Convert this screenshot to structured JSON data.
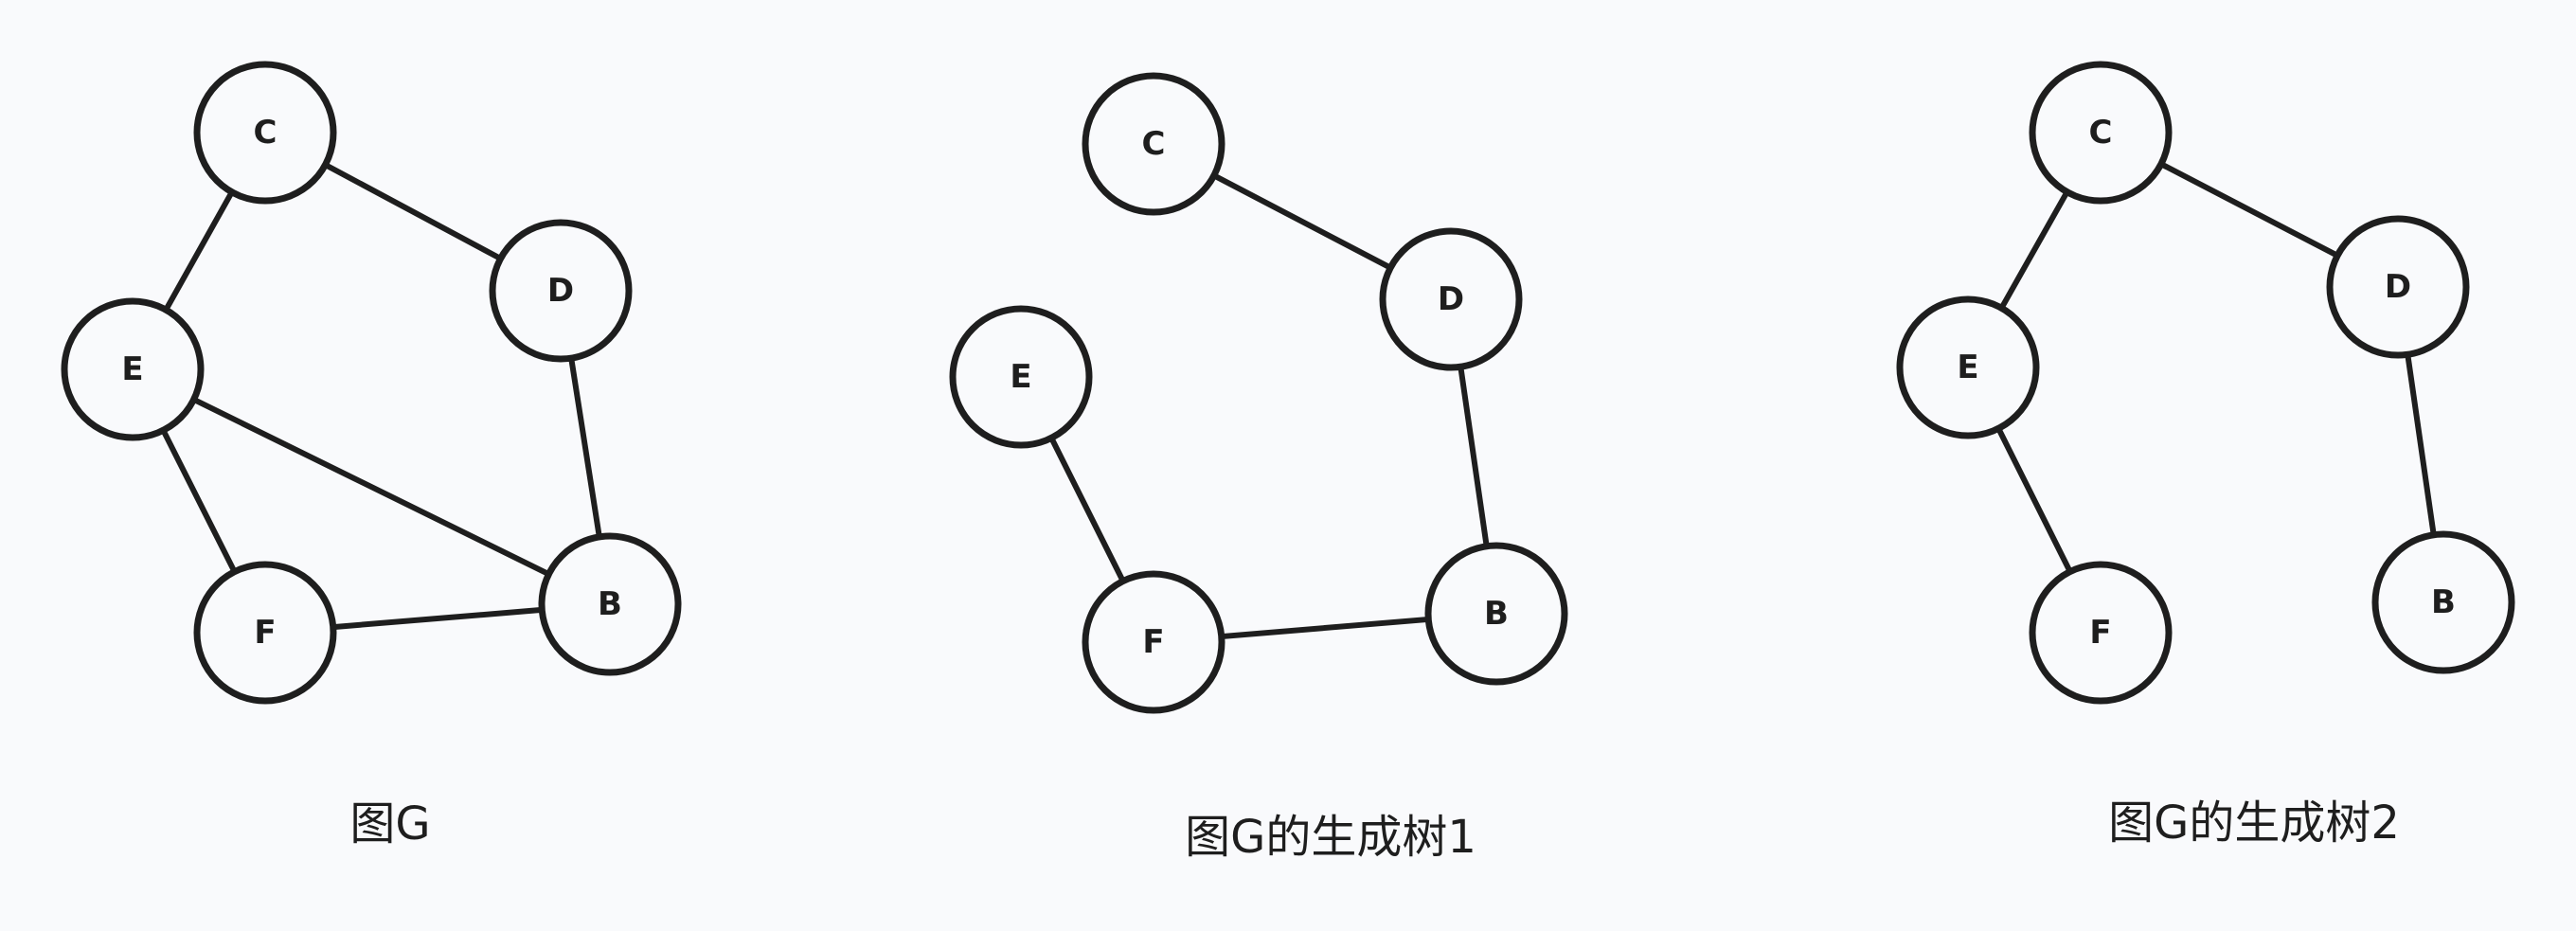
{
  "colors": {
    "background": "#f9fafc",
    "stroke": "#1e1e1e"
  },
  "graphs": [
    {
      "id": "graph-g",
      "caption": "图G",
      "nodes": [
        "C",
        "D",
        "E",
        "B",
        "F"
      ],
      "edges": [
        [
          "C",
          "D"
        ],
        [
          "C",
          "E"
        ],
        [
          "D",
          "B"
        ],
        [
          "E",
          "B"
        ],
        [
          "E",
          "F"
        ],
        [
          "F",
          "B"
        ]
      ]
    },
    {
      "id": "spanning-tree-1",
      "caption": "图G的生成树1",
      "nodes": [
        "C",
        "D",
        "E",
        "F",
        "B"
      ],
      "edges": [
        [
          "C",
          "D"
        ],
        [
          "D",
          "B"
        ],
        [
          "E",
          "F"
        ],
        [
          "F",
          "B"
        ]
      ]
    },
    {
      "id": "spanning-tree-2",
      "caption": "图G的生成树2",
      "nodes": [
        "C",
        "D",
        "E",
        "F",
        "B"
      ],
      "edges": [
        [
          "C",
          "D"
        ],
        [
          "C",
          "E"
        ],
        [
          "D",
          "B"
        ],
        [
          "E",
          "F"
        ]
      ]
    }
  ]
}
